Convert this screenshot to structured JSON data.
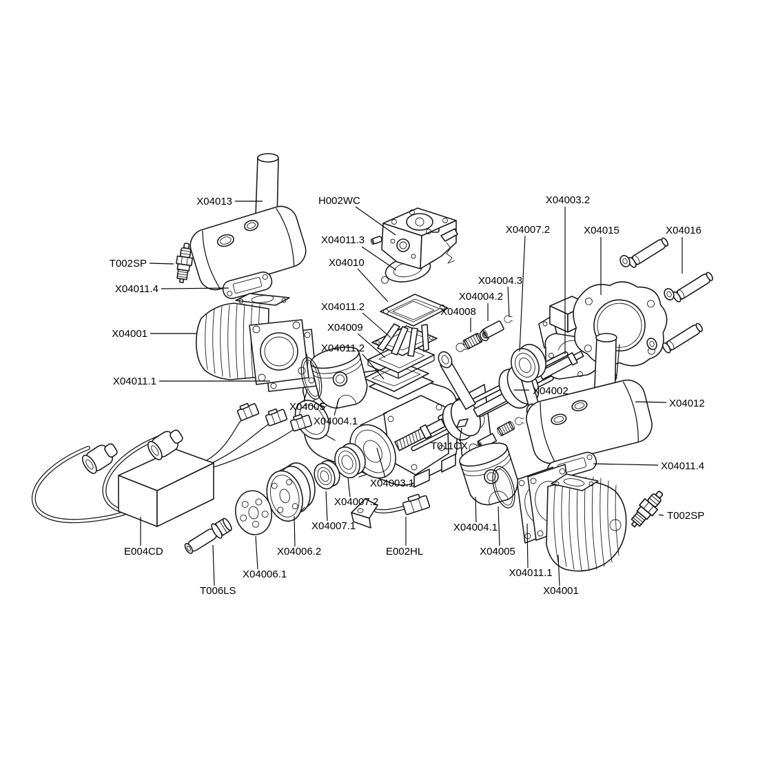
{
  "diagram": {
    "type": "exploded-parts-diagram",
    "subject": "twin-cylinder gasoline engine exploded view",
    "background": "#ffffff",
    "line_color": "#1a1a1a",
    "label_color": "#000000",
    "parts": [
      {
        "id": "X04013",
        "label": "X04013",
        "name": "muffler-left"
      },
      {
        "id": "T002SP",
        "label": "T002SP",
        "name": "spark-plug-left"
      },
      {
        "id": "X04011.4",
        "label": "X04011.4",
        "name": "exhaust-gasket-left"
      },
      {
        "id": "X04001",
        "label": "X04001",
        "name": "cylinder-left"
      },
      {
        "id": "X04011.1",
        "label": "X04011.1",
        "name": "cylinder-base-gasket-left"
      },
      {
        "id": "H002WC",
        "label": "H002WC",
        "name": "carburetor"
      },
      {
        "id": "X04011.3",
        "label": "X04011.3",
        "name": "carburetor-gasket"
      },
      {
        "id": "X04010",
        "label": "X04010",
        "name": "reed-valve-manifold"
      },
      {
        "id": "X04011.2",
        "label": "X04011.2",
        "name": "manifold-gasket-upper"
      },
      {
        "id": "X04009",
        "label": "X04009",
        "name": "manifold-spacer"
      },
      {
        "id": "X04011.2",
        "label": "X04011.2",
        "name": "manifold-gasket-lower"
      },
      {
        "id": "X04003.2",
        "label": "X04003.2",
        "name": "crankcase-rear-half"
      },
      {
        "id": "X04007.2",
        "label": "X04007.2",
        "name": "main-bearing-rear"
      },
      {
        "id": "X04015",
        "label": "X04015",
        "name": "engine-mount-plate"
      },
      {
        "id": "X04016",
        "label": "X04016",
        "name": "mount-standoff-bolts"
      },
      {
        "id": "X04004.3",
        "label": "X04004.3",
        "name": "piston-pin-clip"
      },
      {
        "id": "X04004.2",
        "label": "X04004.2",
        "name": "piston-pin"
      },
      {
        "id": "X04008",
        "label": "X04008",
        "name": "conrod-needle-bearing"
      },
      {
        "id": "X04002",
        "label": "X04002",
        "name": "crankshaft"
      },
      {
        "id": "X04012",
        "label": "X04012",
        "name": "muffler-right"
      },
      {
        "id": "X04011.4",
        "label": "X04011.4",
        "name": "exhaust-gasket-right"
      },
      {
        "id": "T011CX",
        "label": "T011CX",
        "name": "woodruff-key"
      },
      {
        "id": "X04003.1",
        "label": "X04003.1",
        "name": "crankcase-front-half"
      },
      {
        "id": "X04007.2",
        "label": "X04007.2",
        "name": "main-bearing-front"
      },
      {
        "id": "X04007.1",
        "label": "X04007.1",
        "name": "front-bearing-small"
      },
      {
        "id": "X04006.2",
        "label": "X04006.2",
        "name": "propeller-hub"
      },
      {
        "id": "X04006.1",
        "label": "X04006.1",
        "name": "propeller-washer"
      },
      {
        "id": "T006LS",
        "label": "T006LS",
        "name": "propeller-bolt"
      },
      {
        "id": "E004CD",
        "label": "E004CD",
        "name": "ignition-module"
      },
      {
        "id": "E002HL",
        "label": "E002HL",
        "name": "hall-sensor-lead"
      },
      {
        "id": "X04004.1",
        "label": "X04004.1",
        "name": "piston-right"
      },
      {
        "id": "X04005",
        "label": "X04005",
        "name": "piston-ring-right"
      },
      {
        "id": "X04011.1",
        "label": "X04011.1",
        "name": "cylinder-base-gasket-right"
      },
      {
        "id": "X04001",
        "label": "X04001",
        "name": "cylinder-right"
      },
      {
        "id": "T002SP",
        "label": "T002SP",
        "name": "spark-plug-right"
      },
      {
        "id": "X04005",
        "label": "X04005",
        "name": "piston-ring-left"
      },
      {
        "id": "X04004.1",
        "label": "X04004.1",
        "name": "piston-left"
      }
    ]
  }
}
